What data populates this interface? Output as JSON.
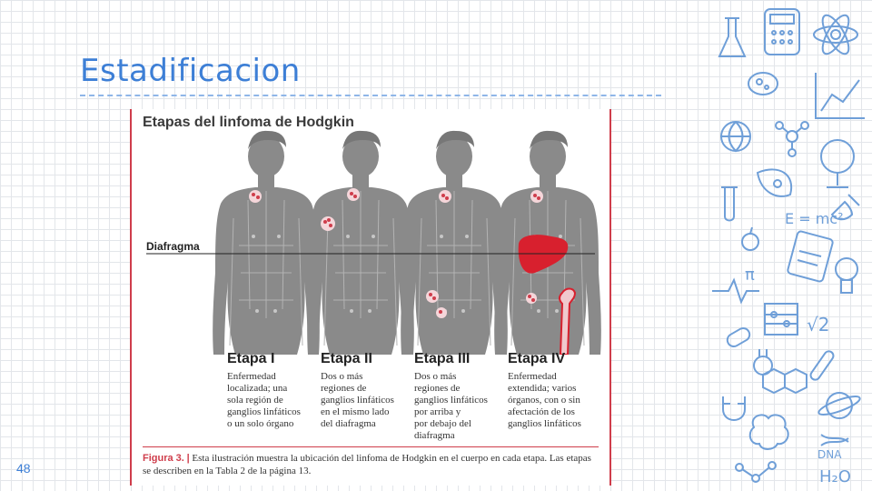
{
  "slide": {
    "title": "Estadificacion",
    "page_number": "48"
  },
  "figure": {
    "heading": "Etapas del linfoma de Hodgkin",
    "diaphragm_label": "Diafragma",
    "stages": [
      {
        "title": "Etapa I",
        "description": "Enfermedad\nlocalizada; una\nsola región de\nganglios linfáticos\no un solo órgano"
      },
      {
        "title": "Etapa II",
        "description": "Dos o más\nregiones de\nganglios linfáticos\nen el mismo lado\ndel diafragma"
      },
      {
        "title": "Etapa III",
        "description": "Dos o más\nregiones de\nganglios linfáticos\npor arriba y\npor debajo del\ndiafragma"
      },
      {
        "title": "Etapa IV",
        "description": "Enfermedad\nextendida; varios\nórganos, con o sin\nafectación de los\nganglios linfáticos"
      }
    ],
    "caption_label": "Figura 3.",
    "caption_separator": "|",
    "caption_text": "Esta ilustración muestra la ubicación del linfoma de Hodgkin en el cuerpo en cada etapa. Las etapas se describen en la Tabla 2 de la página 13."
  },
  "decor": {
    "formula_emc2": "E = mc²",
    "formula_sqrt2": "√2",
    "formula_pi": "π",
    "formula_h2o": "H₂O",
    "formula_dna": "DNA"
  },
  "colors": {
    "title_blue": "#3d7fd6",
    "figure_red": "#cf3d4b",
    "body_gray": "#8a8a8a",
    "doodle_blue": "#6f9fd8"
  }
}
